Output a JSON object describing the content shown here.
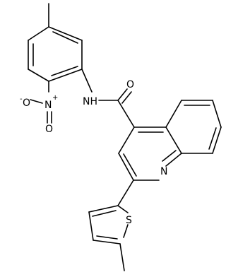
{
  "atoms": {
    "nh": "NH",
    "carbonyl_o": "O",
    "nitro_n": "N",
    "nitro_plus": "+",
    "nitro_o_top": "O",
    "nitro_o_minus": "-",
    "nitro_o_bottom": "O",
    "quinoline_n": "N",
    "thiophene_s": "S"
  }
}
